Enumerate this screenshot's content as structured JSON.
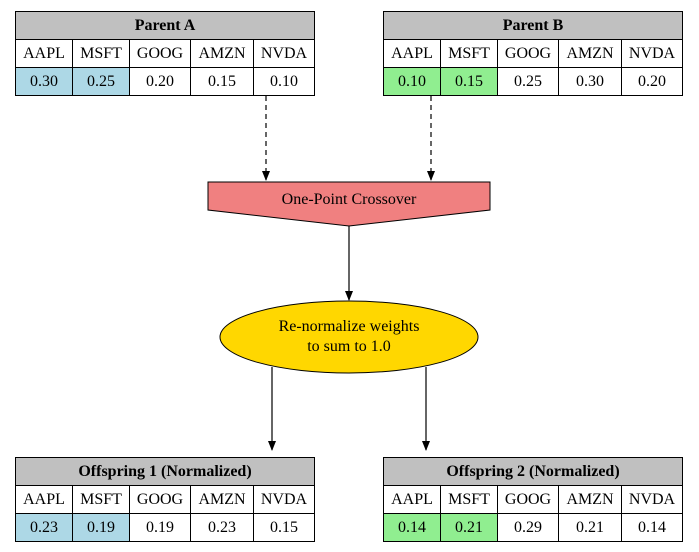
{
  "colors": {
    "title_bg": "#c0c0c0",
    "parent_a_highlight": "#add8e6",
    "parent_b_highlight": "#90ee90",
    "crossover_fill": "#f08080",
    "normalize_fill": "#ffd700"
  },
  "tickers": [
    "AAPL",
    "MSFT",
    "GOOG",
    "AMZN",
    "NVDA"
  ],
  "parent_a": {
    "title": "Parent A",
    "weights": [
      "0.30",
      "0.25",
      "0.20",
      "0.15",
      "0.10"
    ]
  },
  "parent_b": {
    "title": "Parent B",
    "weights": [
      "0.10",
      "0.15",
      "0.25",
      "0.30",
      "0.20"
    ]
  },
  "crossover": {
    "label": "One-Point Crossover"
  },
  "normalize": {
    "line1": "Re-normalize weights",
    "line2": "to sum to 1.0"
  },
  "offspring_1": {
    "title": "Offspring 1 (Normalized)",
    "weights": [
      "0.23",
      "0.19",
      "0.19",
      "0.23",
      "0.15"
    ]
  },
  "offspring_2": {
    "title": "Offspring 2 (Normalized)",
    "weights": [
      "0.14",
      "0.21",
      "0.29",
      "0.21",
      "0.14"
    ]
  }
}
